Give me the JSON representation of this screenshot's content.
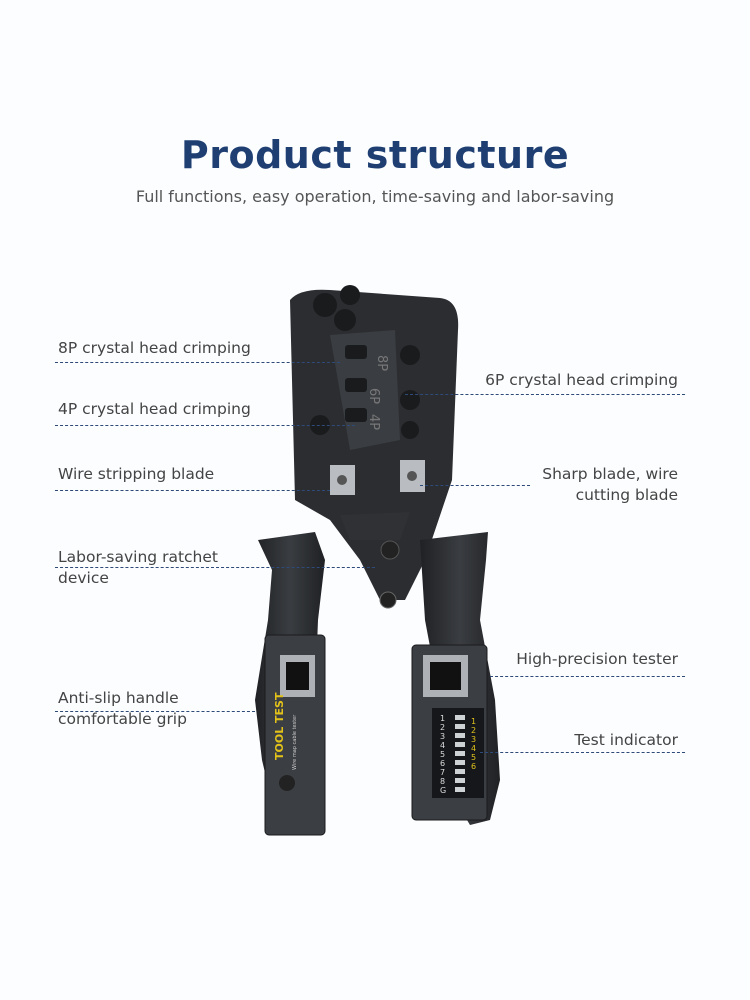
{
  "header": {
    "title": "Product structure",
    "subtitle": "Full functions, easy operation, time-saving and labor-saving"
  },
  "callouts": {
    "left": [
      {
        "line1": "8P crystal head crimping",
        "line2": ""
      },
      {
        "line1": "4P crystal head crimping",
        "line2": ""
      },
      {
        "line1": "Wire stripping blade",
        "line2": ""
      },
      {
        "line1": "Labor-saving ratchet",
        "line2": "device"
      },
      {
        "line1": "Anti-slip handle",
        "line2": "comfortable grip"
      }
    ],
    "right": [
      {
        "line1": "6P crystal head crimping",
        "line2": ""
      },
      {
        "line1": "Sharp blade, wire",
        "line2": "cutting blade"
      },
      {
        "line1": "High-precision tester",
        "line2": ""
      },
      {
        "line1": "Test indicator",
        "line2": ""
      }
    ]
  },
  "product": {
    "die_labels": [
      "8P",
      "6P",
      "4P"
    ],
    "brand": "TOOL TEST",
    "brand_sub": "Wire map cable tester",
    "indicator_left": [
      "1",
      "2",
      "3",
      "4",
      "5",
      "6",
      "7",
      "8",
      "G"
    ],
    "indicator_right": [
      "1",
      "2",
      "3",
      "4",
      "5",
      "6"
    ],
    "colors": {
      "accent": "#1f3f73",
      "body": "#2e3033",
      "label": "#e2c21a"
    }
  }
}
